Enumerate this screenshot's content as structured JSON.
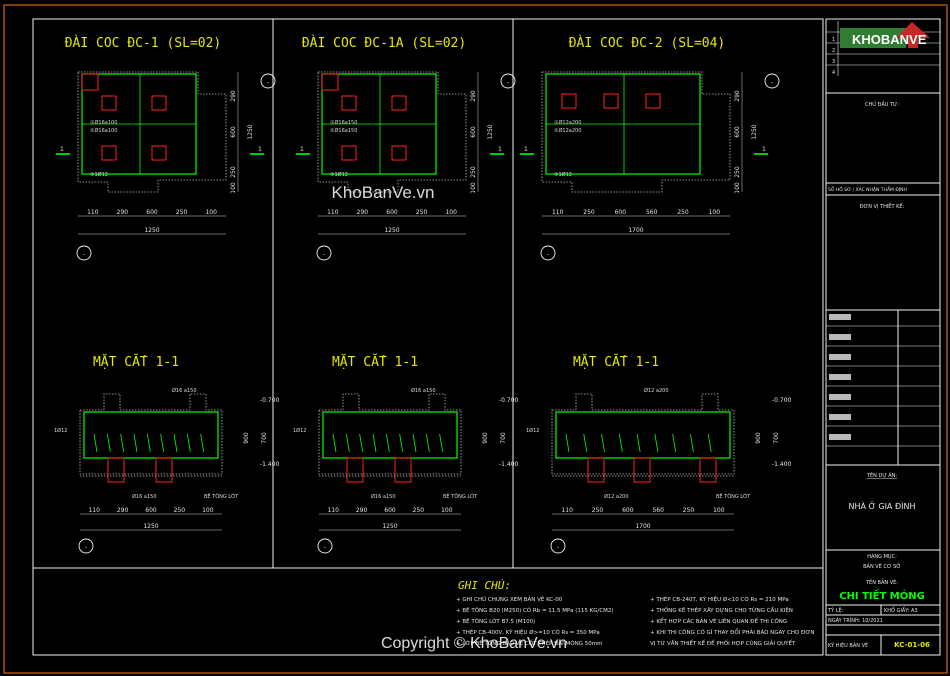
{
  "plans": [
    {
      "title": "ĐÀI COC ĐC-1 (SL=02)",
      "bars": [
        "①Ø16a100",
        "②Ø16a100",
        "③1Ø12"
      ],
      "dims_bottom": [
        "110",
        "290",
        "600",
        "250",
        "100"
      ],
      "total": "1250",
      "dims_right": [
        "290",
        "600",
        "1250",
        "250",
        "100"
      ]
    },
    {
      "title": "ĐÀI COC ĐC-1A (SL=02)",
      "bars": [
        "①Ø16a150",
        "②Ø16a150",
        "③1Ø12"
      ],
      "dims_bottom": [
        "110",
        "290",
        "600",
        "250",
        "100"
      ],
      "total": "1250",
      "dims_right": [
        "290",
        "600",
        "1250",
        "250",
        "100"
      ]
    },
    {
      "title": "ĐÀI COC ĐC-2 (SL=04)",
      "bars": [
        "①Ø12a200",
        "②Ø12a200",
        "③1Ø12"
      ],
      "dims_bottom": [
        "110",
        "250",
        "600",
        "560",
        "250",
        "100"
      ],
      "total": "1700",
      "dims_right": [
        "290",
        "600",
        "1250",
        "250",
        "100"
      ]
    }
  ],
  "sections": [
    {
      "title": "MẶT CẮT 1-1",
      "top_bar": "Ø16 a150",
      "levels": [
        "-0.700",
        "-1.400"
      ],
      "dims_right": [
        "900",
        "700"
      ],
      "side_bar": "1Ø12",
      "bottom_bar": "Ø16 a150",
      "lean": "BÊ TÔNG LÓT",
      "dims_bottom": [
        "110",
        "290",
        "600",
        "250",
        "100"
      ],
      "total": "1250"
    },
    {
      "title": "MẶT CẮT 1-1",
      "top_bar": "Ø16 a150",
      "levels": [
        "-0.700",
        "-1.400"
      ],
      "dims_right": [
        "900",
        "700"
      ],
      "side_bar": "1Ø12",
      "bottom_bar": "Ø16 a150",
      "lean": "BÊ TÔNG LÓT",
      "dims_bottom": [
        "110",
        "290",
        "600",
        "250",
        "100"
      ],
      "total": "1250"
    },
    {
      "title": "MẶT CẮT 1-1",
      "top_bar": "Ø12 a200",
      "levels": [
        "-0.700",
        "-1.400"
      ],
      "dims_right": [
        "900",
        "700"
      ],
      "side_bar": "1Ø12",
      "bottom_bar": "Ø12 a200",
      "lean": "BÊ TÔNG LÓT",
      "dims_bottom": [
        "110",
        "250",
        "600",
        "560",
        "250",
        "100"
      ],
      "total": "1700"
    }
  ],
  "section_mark": "1",
  "axis_mark": "-",
  "notes": {
    "heading": "GHI CHÚ:",
    "left": [
      "+ GHI CHÚ CHUNG XEM BẢN VẼ KC-00",
      "+ BÊ TÔNG B20 (M250) CÓ Rb = 11.5 MPa (115 KG/CM2)",
      "+ BÊ TÔNG LÓT B7.5 (M100)",
      "+ THÉP CB-400V, KÝ HIỆU Ø>=10 CÓ Rs = 350 MPa",
      "+ LỚP BÊ TÔNG BẢO VỆ CỐT THÉP ĐÀI MÓNG 50mm"
    ],
    "right": [
      "+ THÉP CB-240T, KÝ HIỆU Ø<10 CÓ Rs = 210 MPa",
      "+ THỐNG KÊ THÉP XÂY DỰNG CHO TỪNG CẤU KIỆN",
      "+ KẾT HỢP CÁC BẢN VẼ LIÊN QUAN ĐỂ THI CÔNG",
      "+ KHI THI CÔNG CÓ GÌ THAY ĐỔI PHẢI BÁO NGAY CHO ĐƠN",
      "  VỊ TƯ VẤN THIẾT KẾ ĐỂ PHỐI HỢP CÙNG GIẢI QUYẾT"
    ]
  },
  "title_block": {
    "revision_rows": [
      "1",
      "2",
      "3",
      "4"
    ],
    "owner_label": "CHỦ ĐẦU TƯ:",
    "approval_label": "SỐ HỒ SƠ / XÁC NHẬN THẨM ĐỊNH",
    "designer_label": "ĐƠN VỊ THIẾT KẾ:",
    "project_label": "TÊN DỰ ÁN:",
    "project_name": "NHÀ Ở GIA ĐÌNH",
    "category_label": "HẠNG MỤC:",
    "category_value": "BẢN VẼ CƠ SỞ",
    "drawing_label": "TÊN BẢN VẼ:",
    "drawing_title": "CHI TIẾT MÓNG",
    "scale_label": "TỶ LỆ:",
    "size_label": "KHỔ GIẤY: A3",
    "date_label": "NGÀY TRÌNH: 10/2021",
    "sheet_label": "KÝ HIỆU BẢN VẼ",
    "sheet_no": "KC-01-06"
  },
  "watermark": {
    "logo_text": "KHOBANVE",
    "center": "KhoBanVe.vn",
    "bottom": "Copyright © KhoBanVe.vn"
  },
  "colors": {
    "background": "#000000",
    "frame": "#ffffff",
    "border": "#c86400",
    "slab": "#00ff00",
    "pile": "#ff2020",
    "title": "#e6e600",
    "dimension": "#e6e6e6",
    "accent": "#00ff00"
  }
}
